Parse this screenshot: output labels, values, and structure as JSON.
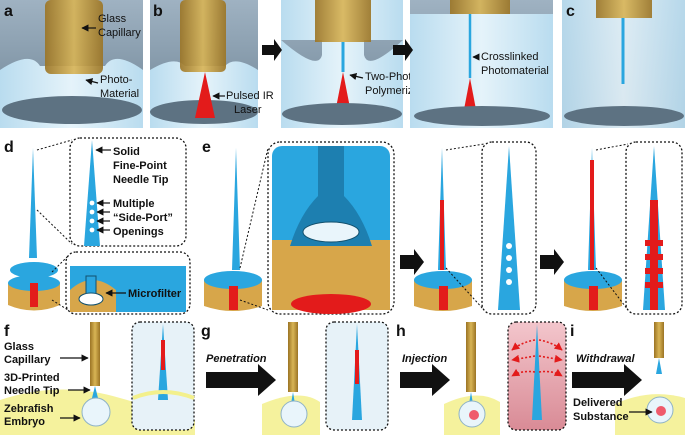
{
  "panels": {
    "a": {
      "letter": "a",
      "label_glass": "Glass",
      "label_capillary": "Capillary",
      "label_photo": "Photo-",
      "label_material": "Material"
    },
    "b": {
      "letter": "b",
      "label_pulsed": "Pulsed IR",
      "label_laser": "Laser",
      "label_twophoton": "Two-Photon",
      "label_polymerization": "Polymerization",
      "label_crosslinked": "Crosslinked",
      "label_photomaterial": "Photomaterial"
    },
    "c": {
      "letter": "c"
    },
    "d": {
      "letter": "d",
      "callouts": [
        "Solid",
        "Fine-Point",
        "Needle Tip",
        "Multiple",
        "“Side-Port”",
        "Openings"
      ],
      "microfilter": "Microfilter"
    },
    "e": {
      "letter": "e"
    },
    "f": {
      "letter": "f",
      "glass": "Glass",
      "capillary": "Capillary",
      "printed": "3D-Printed",
      "needle_tip": "Needle Tip",
      "zebrafish": "Zebrafish",
      "embryo": "Embryo"
    },
    "g": {
      "letter": "g",
      "step": "Penetration"
    },
    "h": {
      "letter": "h",
      "step": "Injection"
    },
    "i": {
      "letter": "i",
      "step": "Withdrawal",
      "delivered": "Delivered",
      "substance": "Substance"
    }
  },
  "colors": {
    "needle": "#2aa6df",
    "red": "#e31b1b",
    "gold": "#c79a3a",
    "dark": "#111111",
    "fluid": "#cfe8f4",
    "yolk": "#f3f08c"
  }
}
